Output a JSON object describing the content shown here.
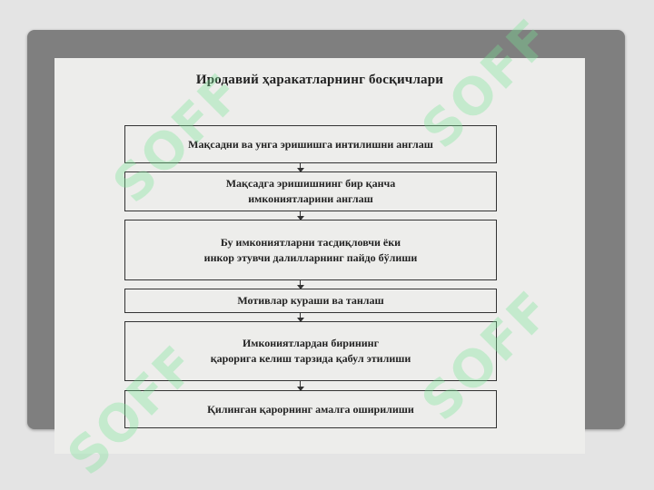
{
  "diagram": {
    "title": "Иродавий ҳаракатларнинг босқичлари",
    "steps": [
      {
        "text": "Мақсадни ва унга эришишга интилишни англаш"
      },
      {
        "text": "Мақсадга эришишнинг бир қанча\nимкониятларини англаш"
      },
      {
        "text": "Бу имкониятларни тасдиқловчи ёки\nинкор этувчи далилларнинг пайдо бўлиши"
      },
      {
        "text": "Мотивлар кураши ва танлаш"
      },
      {
        "text": "Имкониятлардан бирининг\nқарорига келиш тарзида қабул этилиши"
      },
      {
        "text": "Қилинган қарорнинг амалга оширилиши"
      }
    ]
  },
  "watermark": {
    "text": "SOFF",
    "color": "#78e696"
  }
}
